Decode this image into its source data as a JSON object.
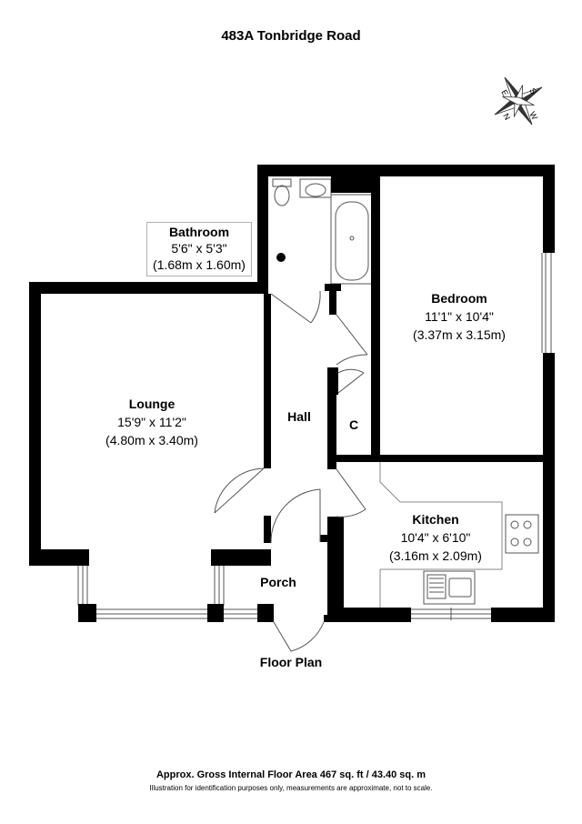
{
  "title": "483A Tonbridge Road",
  "rooms": {
    "lounge": {
      "name": "Lounge",
      "imperial": "15'9\" x 11'2\"",
      "metric": "(4.80m x 3.40m)"
    },
    "bedroom": {
      "name": "Bedroom",
      "imperial": "11'1\" x 10'4\"",
      "metric": "(3.37m x 3.15m)"
    },
    "bathroom": {
      "name": "Bathroom",
      "imperial": "5'6\" x 5'3\"",
      "metric": "(1.68m x 1.60m)"
    },
    "kitchen": {
      "name": "Kitchen",
      "imperial": "10'4\" x 6'10\"",
      "metric": "(3.16m x 2.09m)"
    },
    "hall": {
      "name": "Hall"
    },
    "cupboard": {
      "name": "C"
    },
    "porch": {
      "name": "Porch"
    }
  },
  "floor_plan_label": "Floor Plan",
  "compass": {
    "n": "N",
    "e": "E",
    "s": "S",
    "w": "W"
  },
  "footer": {
    "area": "Approx. Gross Internal Floor Area 467 sq. ft / 43.40 sq. m",
    "disclaimer": "Illustration for identification purposes only, measurements are approximate, not to scale."
  }
}
